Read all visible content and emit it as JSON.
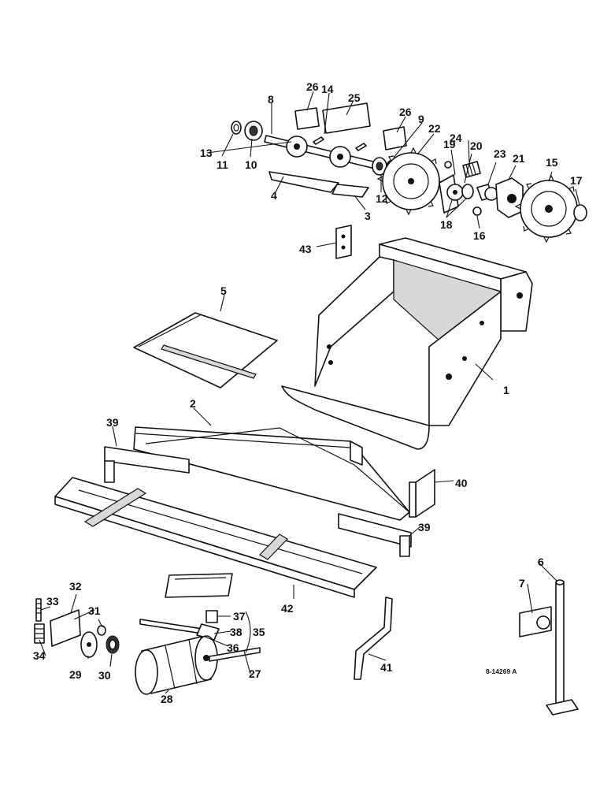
{
  "labels": {
    "l1": "1",
    "l2": "2",
    "l3": "3",
    "l4": "4",
    "l5": "5",
    "l6": "6",
    "l7": "7",
    "l8": "8",
    "l9": "9",
    "l10": "10",
    "l11": "11",
    "l12": "12",
    "l13": "13",
    "l14": "14",
    "l15": "15",
    "l16": "16",
    "l17": "17",
    "l18": "18",
    "l19": "19",
    "l20": "20",
    "l21": "21",
    "l22": "22",
    "l23": "23",
    "l24": "24",
    "l25": "25",
    "l26a": "26",
    "l26b": "26",
    "l27": "27",
    "l28": "28",
    "l29": "29",
    "l30": "30",
    "l31": "31",
    "l32": "32",
    "l33": "33",
    "l34": "34",
    "l35": "35",
    "l36": "36",
    "l37": "37",
    "l38": "38",
    "l39a": "39",
    "l39b": "39",
    "l40": "40",
    "l41": "41",
    "l42": "42",
    "l43": "43"
  },
  "drawing_ref": "8-14269 A"
}
